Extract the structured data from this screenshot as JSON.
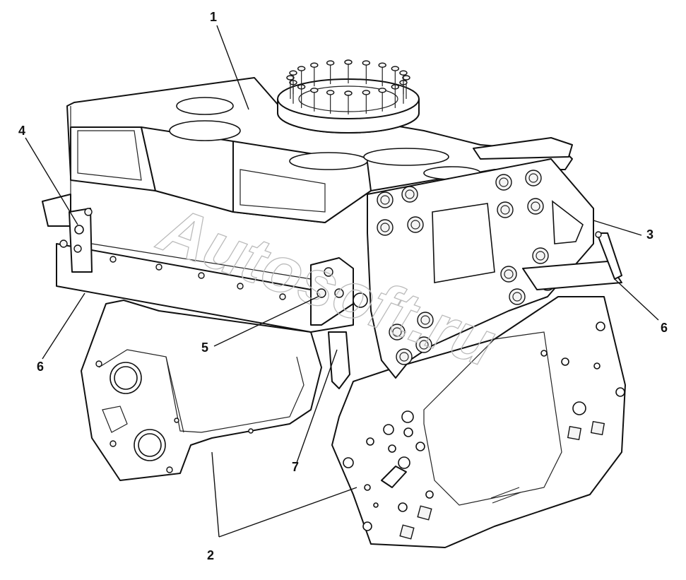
{
  "watermark": "Autosoft.ru",
  "callouts": [
    {
      "id": "1",
      "label": "1"
    },
    {
      "id": "2",
      "label": "2"
    },
    {
      "id": "3",
      "label": "3"
    },
    {
      "id": "4",
      "label": "4"
    },
    {
      "id": "5",
      "label": "5"
    },
    {
      "id": "6a",
      "label": "6"
    },
    {
      "id": "6b",
      "label": "6"
    },
    {
      "id": "7",
      "label": "7"
    }
  ]
}
